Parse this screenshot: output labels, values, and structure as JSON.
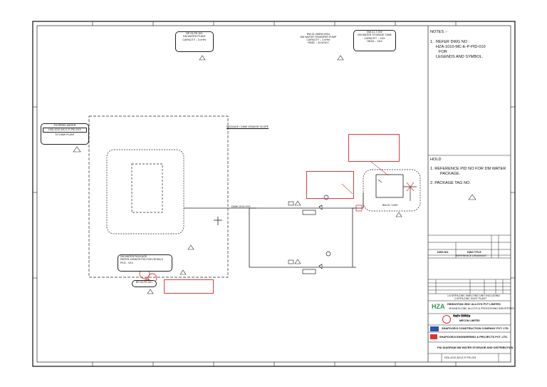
{
  "tags": {
    "dm_water_plant": {
      "line1": "BP-03-PK-501",
      "line2": "DM WATER PLANT",
      "line3": "CAPACITY :- 5 m³/hr"
    },
    "transfer_pump": {
      "line1": "BW-01-SBDW-0004",
      "line2": "DM WATER TRANSFER PUMP",
      "line3": "CAPACITY :- 3 m³/hr",
      "line4": "HEAD :- 34 M.W.C"
    },
    "storage_tank": {
      "line1": "BW-01-T-009",
      "line2": "DM WATER STORAGE TANK",
      "line3": "CAPACITY :- XXX",
      "line4": "HEAD :- XXX"
    },
    "filtered_water": {
      "line1": "FILTERED WATER",
      "line2": "HZA-1010-MC-E-P-PID-XXX",
      "line3": "TO DMW PLANT"
    },
    "dm_package": {
      "line1": "DM WATER PACKAGE",
      "line2": "REFER VENDOR PID FOR DETAILS",
      "line3": "PKG - XXX"
    },
    "pkg_tag": "BP-03-PK-501",
    "tank_id": "BW-01-T-009",
    "boundary_note": "PACKAGE / DMW VENDOR SCOPE",
    "line_label": "DMW-1010-XXX"
  },
  "notes": {
    "title": "NOTES :-",
    "item1_num": "1.",
    "item1_line1": "REFER DWG NO :",
    "item1_line2": "HZA-1010-MC-E-P-PID-010",
    "item1_line3": "FOR",
    "item1_line4": "LEGENDS AND SYMBOL."
  },
  "hold": {
    "title": "HOLD",
    "item1_line1": "1. REFERENCE PID NO FOR DM WATER",
    "item1_line2": "PACKAGE.",
    "item2": "2. PACKAGE TAG NO."
  },
  "title_block": {
    "ref_header_a": "DWG NO.",
    "ref_header_b": "DWG TITLE",
    "ref_sub": "REFERENCE DRAWINGS",
    "project_line1": "1.6 MTPA ZINC SMELTING UNIT INCLUDING",
    "project_line2": "2 MTPA ZINC DUST PLANT",
    "client_logo": "HZA",
    "client_name": "HINDUSTAN ZINC ALLOYS PVT LIMITED",
    "client_sub": "VEDANTA ZINC ALLOYS & PROCESSING INDUSTRIES",
    "consultant_logo": "मेकॉन लिमिटेड",
    "consultant_name": "MECON LIMITED",
    "contractor_name": "SHAPOORJI CONSTRUCTION COMPANY PVT. LTD.",
    "engineer_name": "SHAPOORJI ENGINEERING & PROJECTS PVT. LTD.",
    "title": "P&I DIAGRAM DM WATER STORAGE AND DISTRIBUTION",
    "drawing_no": "HZA-1010-MC-E-P-PID-021"
  },
  "colors": {
    "markup": "#e23b3b",
    "line": "#222222",
    "logo_green": "#2b9a4a"
  }
}
